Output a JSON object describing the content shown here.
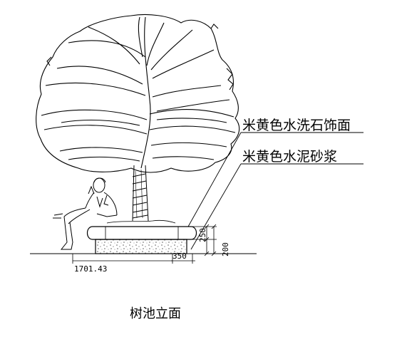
{
  "labels": {
    "material_1": "米黄色水洗石饰面",
    "material_2": "米黄色水泥砂浆"
  },
  "dimensions": {
    "height_upper": "250",
    "height_lower": "200",
    "width_base": "350",
    "offset": "1701.43"
  },
  "caption": "树池立面"
}
